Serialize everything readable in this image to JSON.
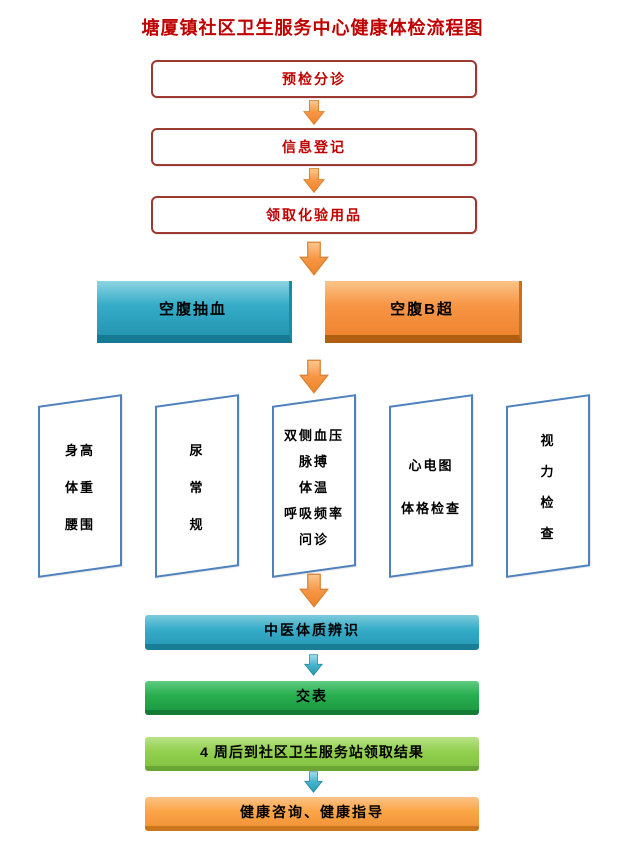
{
  "title": "塘厦镇社区卫生服务中心健康体检流程图",
  "flow_top": {
    "step1": "预检分诊",
    "step2": "信息登记",
    "step3": "领取化验用品"
  },
  "parallel_row": {
    "left": "空腹抽血",
    "right": "空腹B超"
  },
  "exam_row": [
    {
      "lines": [
        "身高",
        "体重",
        "腰围"
      ]
    },
    {
      "lines": [
        "尿",
        "常",
        "规"
      ]
    },
    {
      "lines": [
        "双侧血压",
        "脉搏",
        "体温",
        "呼吸频率",
        "问诊"
      ]
    },
    {
      "lines": [
        "心电图",
        "体格检查"
      ]
    },
    {
      "lines": [
        "视",
        "力",
        "检",
        "查"
      ]
    }
  ],
  "flow_bottom": {
    "tcm": "中医体质辨识",
    "submit": "交表",
    "result": "4 周后到社区卫生服务站领取结果",
    "guidance": "健康咨询、健康指导"
  },
  "colors": {
    "title_red": "#c00000",
    "box_border_red": "#9c3a32",
    "arrow_orange": "#f79646",
    "arrow_teal": "#35acc8",
    "teal_box": "#35acc8",
    "orange_box": "#f79646",
    "green_bar": "#27ae4e",
    "light_green_bar": "#92d050",
    "shape_border_blue": "#4f81bd"
  }
}
